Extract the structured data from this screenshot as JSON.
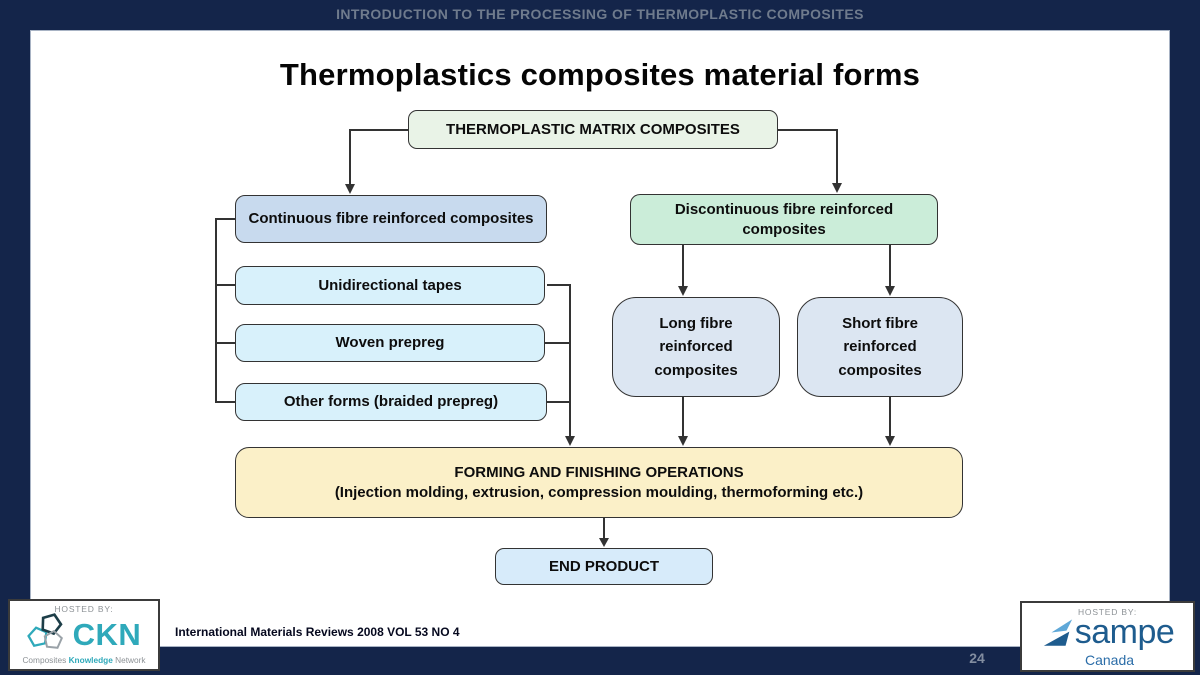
{
  "header": {
    "title": "INTRODUCTION TO THE PROCESSING OF THERMOPLASTIC COMPOSITES"
  },
  "slide": {
    "title": "Thermoplastics composites material forms",
    "citation": "International Materials Reviews 2008 VOL 53 NO 4",
    "page_number": "24"
  },
  "flowchart": {
    "root": {
      "label": "THERMOPLASTIC MATRIX COMPOSITES",
      "bg": "#e9f3e7"
    },
    "continuous": {
      "label": "Continuous fibre reinforced composites",
      "bg": "#c8daee"
    },
    "discontinuous": {
      "label": "Discontinuous fibre reinforced composites",
      "bg": "#cbedd9"
    },
    "unidirectional": {
      "label": "Unidirectional tapes",
      "bg": "#d8f1fb"
    },
    "woven": {
      "label": "Woven prepreg",
      "bg": "#d8f1fb"
    },
    "other_forms": {
      "label": "Other forms (braided prepreg)",
      "bg": "#d8f1fb"
    },
    "long_fibre": {
      "label": "Long fibre reinforced composites",
      "bg": "#dce6f2"
    },
    "short_fibre": {
      "label": "Short fibre reinforced composites",
      "bg": "#dce6f2"
    },
    "forming": {
      "title": "FORMING AND FINISHING OPERATIONS",
      "subtitle": "(Injection molding, extrusion, compression moulding, thermoforming etc.)",
      "bg": "#fbf0c8"
    },
    "end_product": {
      "label": "END PRODUCT",
      "bg": "#d7ebfa"
    }
  },
  "footer": {
    "ckn": {
      "hosted_by": "HOSTED BY:",
      "acronym": "CKN",
      "name_word1": "Composites ",
      "name_word2": "Knowledge",
      "name_word3": " Network"
    },
    "sampe": {
      "hosted_by": "HOSTED BY:",
      "brand": "sampe",
      "country": "Canada"
    }
  },
  "icons": {
    "ckn_logo": "pentagon-cluster",
    "sampe_logo": "sail-triangle"
  },
  "colors": {
    "navy_frame": "#14254a",
    "header_text": "#6f7b8d",
    "box_border": "#333333",
    "connector": "#333333",
    "ckn_teal": "#2fa9ba",
    "sampe_blue": "#1e5c8e",
    "sampe_light_blue": "#5fa8d8"
  }
}
